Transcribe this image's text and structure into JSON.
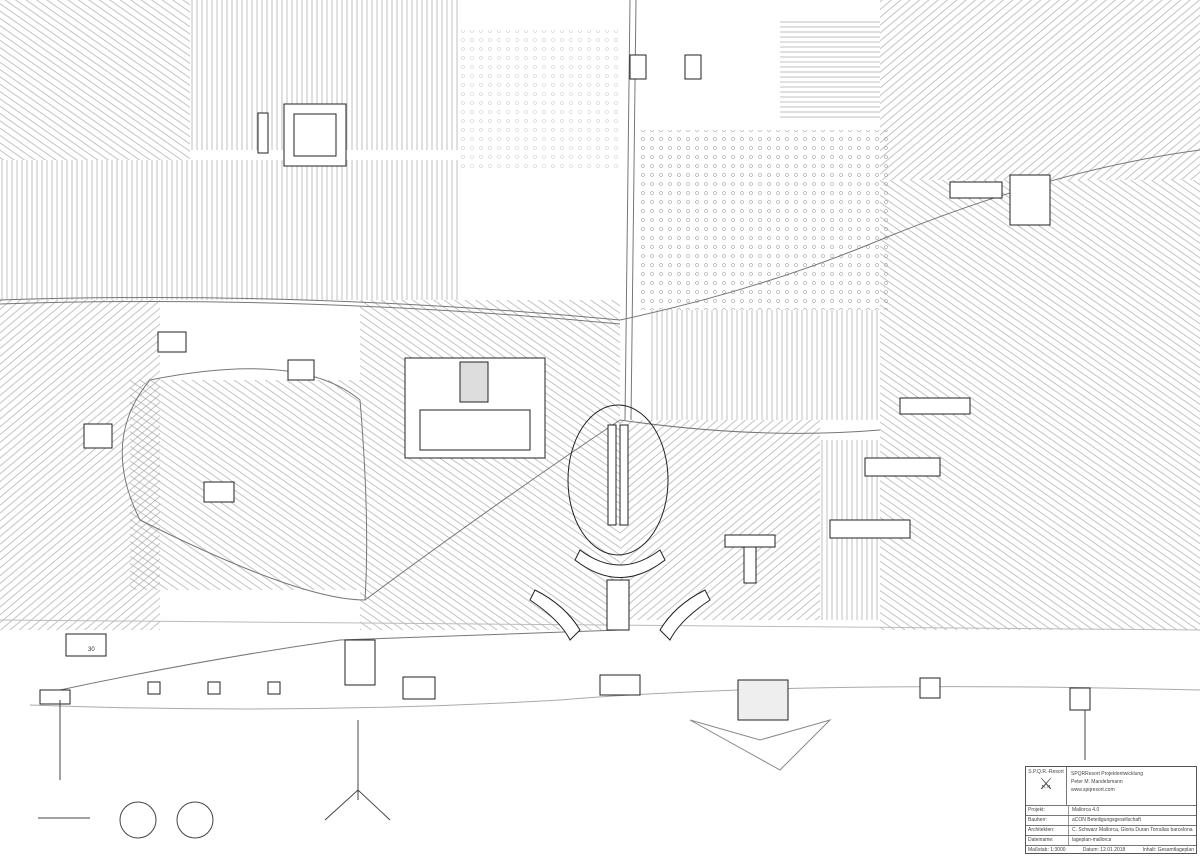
{
  "drawing": {
    "type": "site-plan",
    "road_label": "30"
  },
  "title_block": {
    "logo_text": "S.P.Q.R.-Resort",
    "company": "SPQRResort Projektentwicklung",
    "person": "Peter M. Mandelsmann",
    "website": "www.spqresort.com",
    "rows": [
      {
        "key": "Projekt:",
        "value": "Mallorca 4.0"
      },
      {
        "key": "Bauherr:",
        "value": "aCON Beteiligungsgesellschaft"
      },
      {
        "key": "Architekten:",
        "value": "C. Schwarz Mallorca, Gloria Duran Torrallas barcelona"
      },
      {
        "key": "Dateiname:",
        "value": "lageplan-mallorca"
      }
    ],
    "scale": "Maßstab: 1:3000",
    "date": "Datum: 12.01.2018",
    "content": "Inhalt: Gesamtlageplan"
  }
}
